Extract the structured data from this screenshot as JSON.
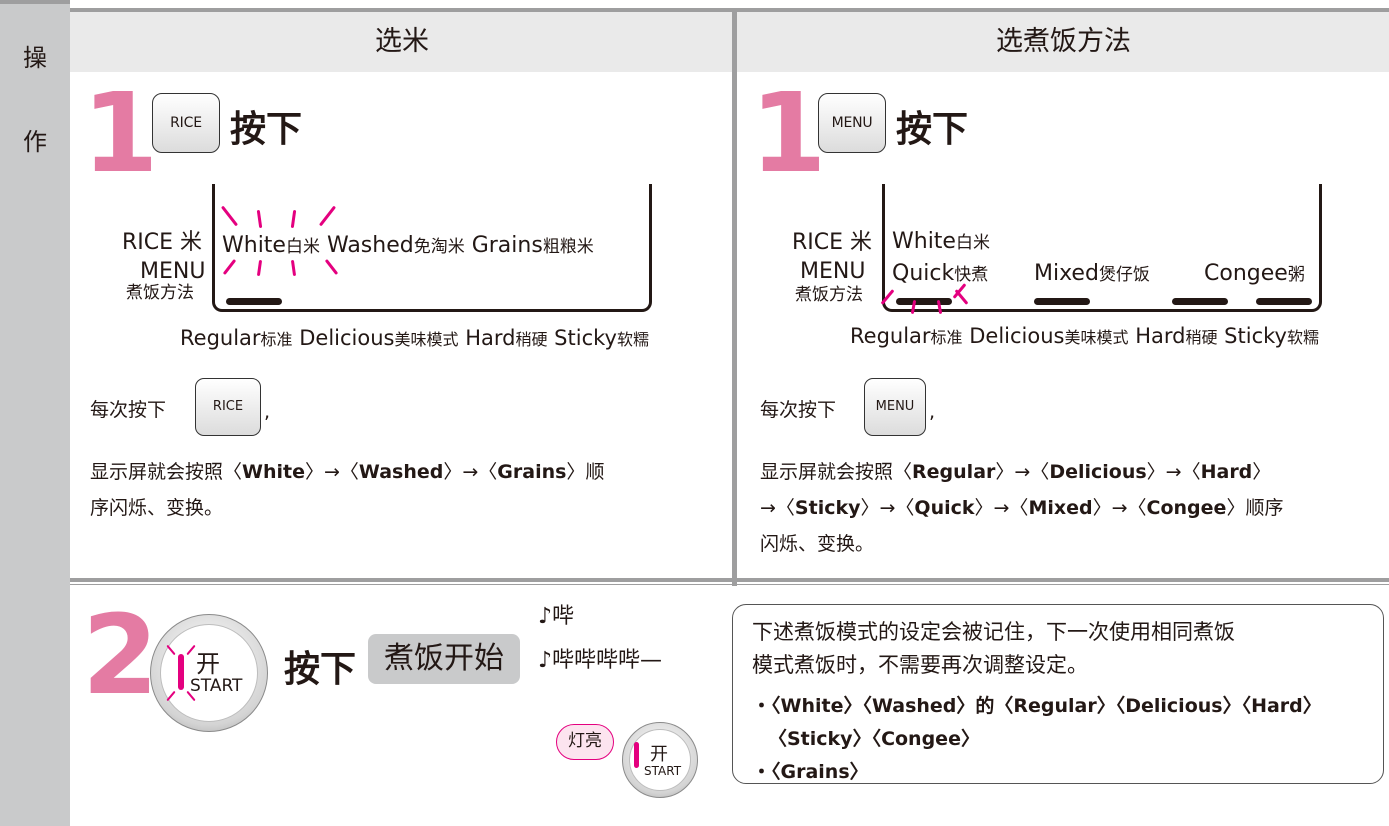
{
  "sidebar": {
    "char1": "操",
    "char2": "作"
  },
  "headers": {
    "left": "选米",
    "right": "选煮饭方法"
  },
  "step1": {
    "num": "1",
    "left": {
      "key_label": "RICE",
      "press": "按下",
      "lcd_label_rice": "RICE 米",
      "lcd_label_menu": "MENU",
      "lcd_label_method": "煮饭方法",
      "rice_options": [
        {
          "en": "White",
          "zh": "白米"
        },
        {
          "en": "Washed",
          "zh": "免淘米"
        },
        {
          "en": "Grains",
          "zh": "粗粮米"
        }
      ],
      "modes": [
        {
          "en": "Regular",
          "zh": "标准"
        },
        {
          "en": "Delicious",
          "zh": "美味模式"
        },
        {
          "en": "Hard",
          "zh": "稍硬"
        },
        {
          "en": "Sticky",
          "zh": "软糯"
        }
      ],
      "each_press": "每次按下",
      "comma": ",",
      "desc_prefix": "显示屏就会按照",
      "seq": [
        "White",
        "Washed",
        "Grains"
      ],
      "desc_suffix_1": "顺",
      "desc_suffix_2": "序闪烁、变换。"
    },
    "right": {
      "key_label": "MENU",
      "press": "按下",
      "lcd_label_rice": "RICE 米",
      "lcd_label_menu": "MENU",
      "lcd_label_method": "煮饭方法",
      "top_white": {
        "en": "White",
        "zh": "白米"
      },
      "menu_options": [
        {
          "en": "Quick",
          "zh": "快煮"
        },
        {
          "en": "Mixed",
          "zh": "煲仔饭"
        },
        {
          "en": "Congee",
          "zh": "粥"
        }
      ],
      "modes": [
        {
          "en": "Regular",
          "zh": "标准"
        },
        {
          "en": "Delicious",
          "zh": "美味模式"
        },
        {
          "en": "Hard",
          "zh": "稍硬"
        },
        {
          "en": "Sticky",
          "zh": "软糯"
        }
      ],
      "each_press": "每次按下",
      "comma": ",",
      "desc_prefix": "显示屏就会按照",
      "seq_line1": [
        "Regular",
        "Delicious",
        "Hard"
      ],
      "seq_line2": [
        "Sticky",
        "Quick",
        "Mixed",
        "Congee"
      ],
      "desc_suffix_2": "顺序",
      "desc_line3": "闪烁、变换。"
    }
  },
  "step2": {
    "num": "2",
    "start_zh": "开",
    "start_en": "START",
    "press": "按下",
    "tag": "煮饭开始",
    "beep1": "♪哔",
    "beep2": "♪哔哔哔哔—",
    "light_label": "灯亮",
    "small_start_zh": "开",
    "small_start_en": "START",
    "note_line1": "下述煮饭模式的设定会被记住，下一次使用相同煮饭",
    "note_line2": "模式煮饭时，不需要再次调整设定。",
    "bullet1_line1": "・〈White〉〈Washed〉的〈Regular〉〈Delicious〉〈Hard〉",
    "bullet1_line2": "〈Sticky〉〈Congee〉",
    "bullet2": "・〈Grains〉"
  },
  "colors": {
    "accent_pink": "#e47ba3",
    "blink_pink": "#e4007f",
    "panel_gray": "#c9cacb",
    "header_gray": "#eaeaea"
  }
}
